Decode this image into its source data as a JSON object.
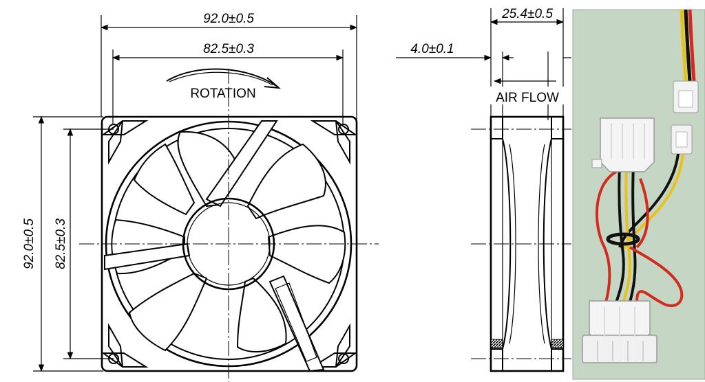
{
  "front_view": {
    "outer_width": "92.0±0.5",
    "hole_spacing_width": "82.5±0.3",
    "outer_height": "92.0±0.5",
    "hole_spacing_height": "82.5±0.3",
    "rotation_label": "ROTATION"
  },
  "side_view": {
    "thickness": "25.4±0.5",
    "flange": "4.0±0.1",
    "airflow_label": "AIR FLOW"
  },
  "photo": {
    "background": "#c6d6c4",
    "wire_colors": [
      "#d22a1c",
      "#111111",
      "#e8c21a"
    ]
  }
}
